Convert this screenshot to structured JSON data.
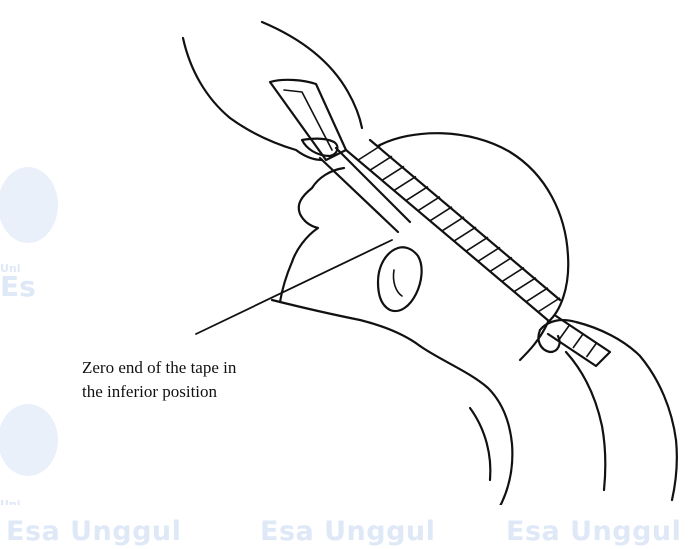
{
  "figure": {
    "annotation_lines": [
      "Zero end of the tape in",
      "the inferior position"
    ]
  },
  "watermark": {
    "words": [
      "Esa Unggul",
      "Esa Unggul",
      "Esa Unggul"
    ],
    "side_text": "Es",
    "small_text": "Uni",
    "color": "#dfe8f7"
  }
}
